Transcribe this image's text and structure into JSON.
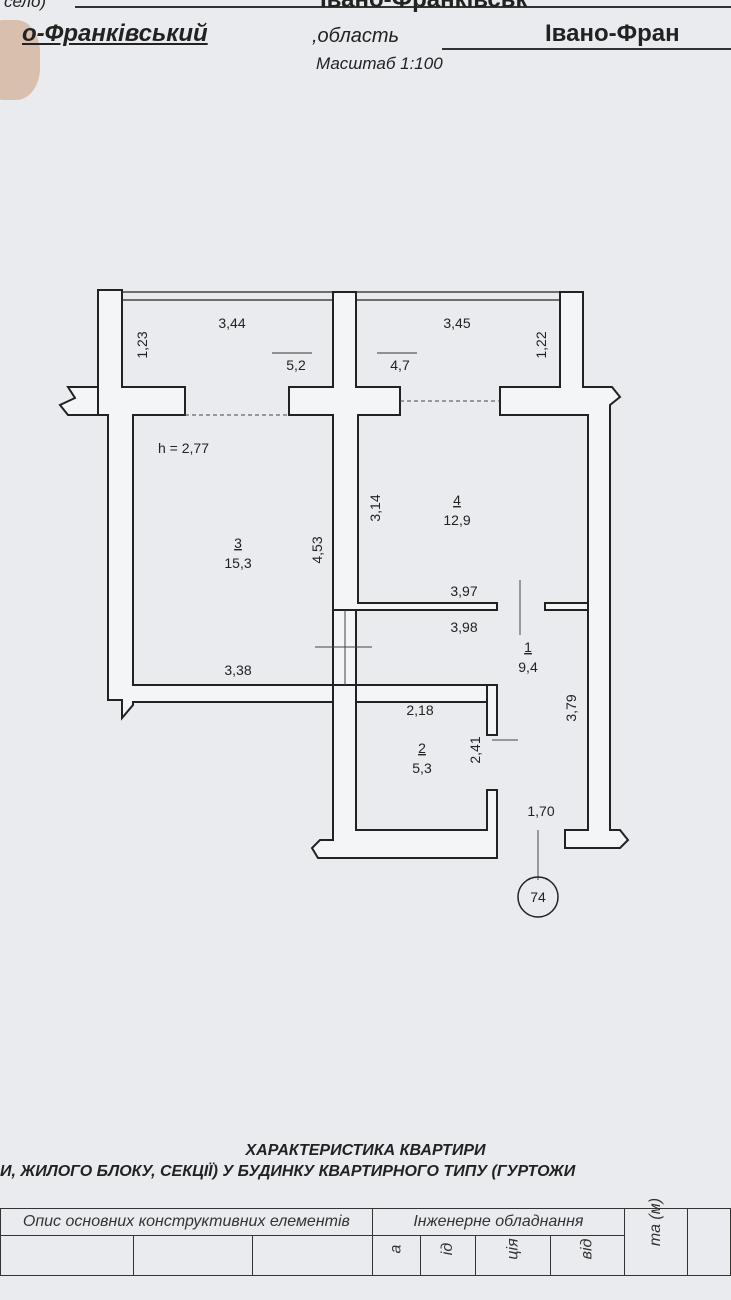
{
  "header": {
    "city_label": "село)",
    "city_value": "Івано-Франківськ",
    "district_value": "о-Франківський",
    "region_label": ",область",
    "region_value": "Івано-Фран",
    "scale": "Масштаб 1:100"
  },
  "plan": {
    "dims": {
      "top_left_width": "3,44",
      "top_right_width": "3,45",
      "balcony_left_depth": "1,23",
      "balcony_right_depth": "1,22",
      "ceiling_height": "h = 2,77",
      "room4_height": "3,14",
      "room3_height": "4,53",
      "room4_bottom_width": "3,97",
      "hall_top_width": "3,98",
      "room3_bottom_width": "3,38",
      "room2_width": "2,18",
      "room2_height": "2,41",
      "hall_right_height": "3,79",
      "entrance_width": "1,70"
    },
    "rooms": [
      {
        "number": "1",
        "area": "9,4"
      },
      {
        "number": "2",
        "area": "5,3"
      },
      {
        "number": "3",
        "area": "15,3"
      },
      {
        "number": "4",
        "area": "12,9"
      }
    ],
    "balconies": [
      {
        "area": "5,2"
      },
      {
        "area": "4,7"
      }
    ],
    "apartment_number": "74"
  },
  "section": {
    "title": "ХАРАКТЕРИСТИКА КВАРТИРИ",
    "subtitle": "И, ЖИЛОГО БЛОКУ, СЕКЦІЇ) У БУДИНКУ КВАРТИРНОГО ТИПУ (ГУРТОЖИ",
    "col_structural": "Опис основних конструктивних елементів",
    "col_engineering": "Інженерне обладнання",
    "col_height": "та (м)",
    "sub_a": "а",
    "sub_b": "ід",
    "sub_c": "ція",
    "sub_d": "від"
  }
}
